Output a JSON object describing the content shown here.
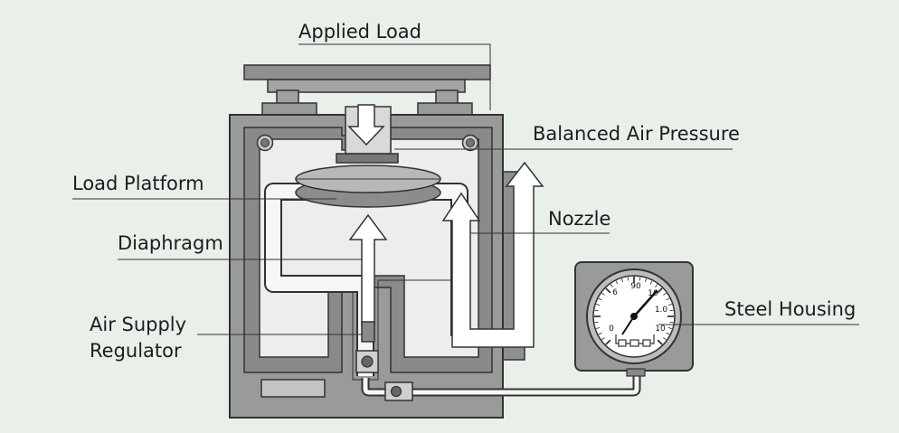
{
  "labels": {
    "applied_load": "Applied Load",
    "balanced_air_pressure": "Balanced Air Pressure",
    "load_platform": "Load Platform",
    "nozzle": "Nozzle",
    "diaphragm": "Diaphragm",
    "air_supply_regulator_line1": "Air Supply",
    "air_supply_regulator_line2": "Regulator",
    "steel_housing": "Steel Housing"
  },
  "gauge": {
    "scale_labels": [
      "6",
      "90",
      "10",
      "1.0",
      "0",
      "10"
    ]
  },
  "colors": {
    "background": "#e9efe9",
    "housing_fill": "#9a9a9a",
    "housing_stroke": "#3a3a3a",
    "chamber_fill": "#ebeeeb",
    "platform_fill": "#8c8c8c",
    "gauge_face": "#ffffff"
  }
}
